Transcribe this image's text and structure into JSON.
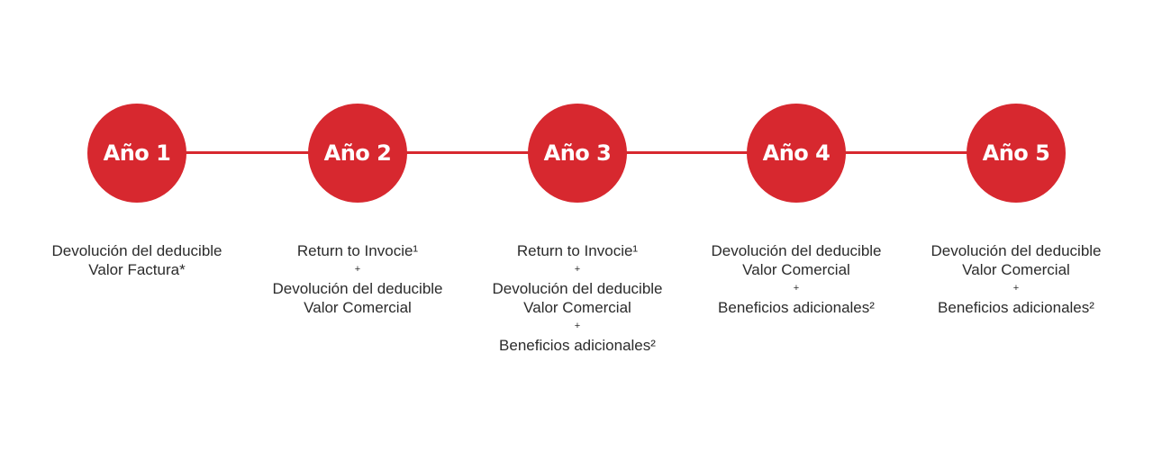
{
  "accent_color": "#d7282f",
  "steps": [
    {
      "label": "Año 1",
      "lines": [
        "Devolución del deducible",
        "Valor Factura*"
      ]
    },
    {
      "label": "Año 2",
      "lines": [
        "Return to Invocie¹",
        "+",
        "Devolución del deducible",
        "Valor Comercial"
      ]
    },
    {
      "label": "Año 3",
      "lines": [
        "Return to Invocie¹",
        "+",
        "Devolución del deducible",
        "Valor Comercial",
        "+",
        "Beneficios adicionales²"
      ]
    },
    {
      "label": "Año 4",
      "lines": [
        "Devolución del deducible",
        "Valor Comercial",
        "+",
        "Beneficios adicionales²"
      ]
    },
    {
      "label": "Año 5",
      "lines": [
        "Devolución del deducible",
        "Valor Comercial",
        "+",
        "Beneficios adicionales²"
      ]
    }
  ]
}
